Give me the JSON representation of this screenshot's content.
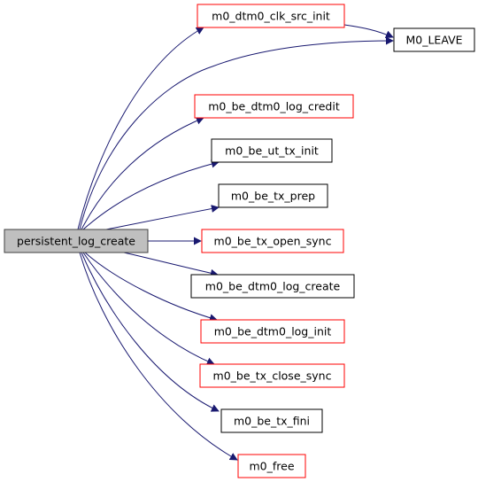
{
  "graph": {
    "root": "persistent_log_create",
    "nodes": [
      {
        "id": "root",
        "label": "persistent_log_create",
        "border": "#404040",
        "fill": "#bfbfbf"
      },
      {
        "id": "clk",
        "label": "m0_dtm0_clk_src_init",
        "border": "#ff0000",
        "fill": "#ffffff"
      },
      {
        "id": "leave",
        "label": "M0_LEAVE",
        "border": "#000000",
        "fill": "#ffffff"
      },
      {
        "id": "credit",
        "label": "m0_be_dtm0_log_credit",
        "border": "#ff0000",
        "fill": "#ffffff"
      },
      {
        "id": "uttx",
        "label": "m0_be_ut_tx_init",
        "border": "#000000",
        "fill": "#ffffff"
      },
      {
        "id": "prep",
        "label": "m0_be_tx_prep",
        "border": "#000000",
        "fill": "#ffffff"
      },
      {
        "id": "open",
        "label": "m0_be_tx_open_sync",
        "border": "#ff0000",
        "fill": "#ffffff"
      },
      {
        "id": "logcreate",
        "label": "m0_be_dtm0_log_create",
        "border": "#000000",
        "fill": "#ffffff"
      },
      {
        "id": "loginit",
        "label": "m0_be_dtm0_log_init",
        "border": "#ff0000",
        "fill": "#ffffff"
      },
      {
        "id": "close",
        "label": "m0_be_tx_close_sync",
        "border": "#ff0000",
        "fill": "#ffffff"
      },
      {
        "id": "fini",
        "label": "m0_be_tx_fini",
        "border": "#000000",
        "fill": "#ffffff"
      },
      {
        "id": "free",
        "label": "m0_free",
        "border": "#ff0000",
        "fill": "#ffffff"
      }
    ],
    "edges": [
      {
        "from": "root",
        "to": "clk"
      },
      {
        "from": "root",
        "to": "leave"
      },
      {
        "from": "clk",
        "to": "leave"
      },
      {
        "from": "root",
        "to": "credit"
      },
      {
        "from": "root",
        "to": "uttx"
      },
      {
        "from": "root",
        "to": "prep"
      },
      {
        "from": "root",
        "to": "open"
      },
      {
        "from": "root",
        "to": "logcreate"
      },
      {
        "from": "root",
        "to": "loginit"
      },
      {
        "from": "root",
        "to": "close"
      },
      {
        "from": "root",
        "to": "fini"
      },
      {
        "from": "root",
        "to": "free"
      }
    ],
    "edge_color": "#191970"
  }
}
